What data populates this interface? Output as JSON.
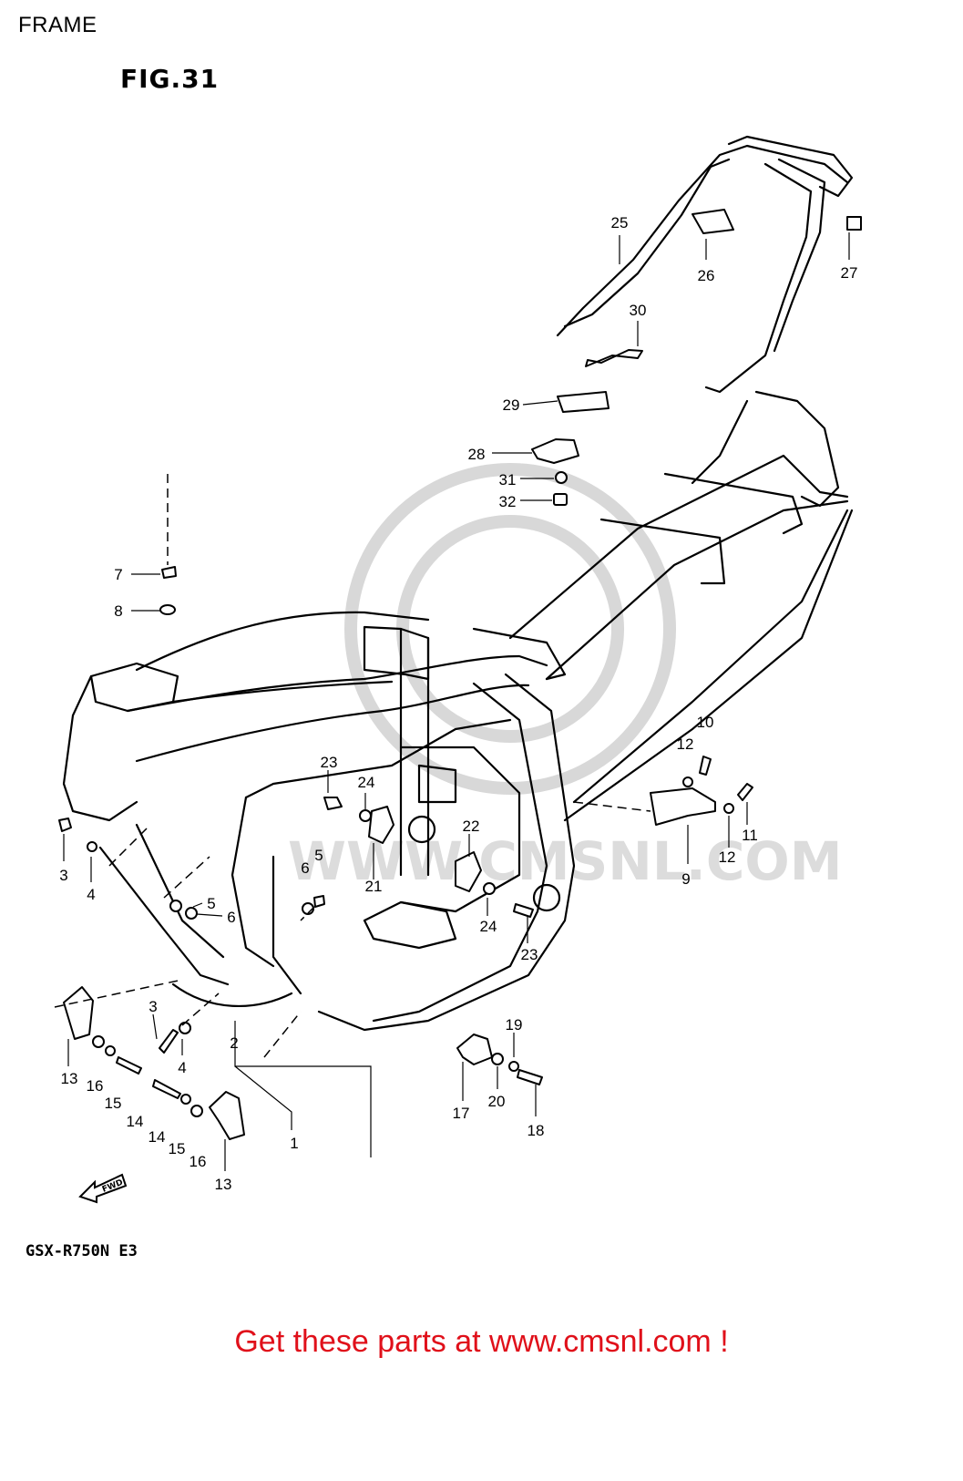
{
  "header": {
    "section_title": "FRAME"
  },
  "figure": {
    "id": "FIG.31"
  },
  "model": {
    "code": "GSX-R750N E3"
  },
  "fwd_arrow": {
    "label": "FWD"
  },
  "watermark": {
    "text": "WWW.CMSNL.COM"
  },
  "call_to_action": {
    "text": "Get these parts at www.cmsnl.com !",
    "color": "#e0101a"
  },
  "part_labels": [
    "25",
    "26",
    "27",
    "30",
    "29",
    "28",
    "31",
    "32",
    "7",
    "8",
    "10",
    "12",
    "11",
    "12",
    "9",
    "23",
    "24",
    "6",
    "5",
    "22",
    "21",
    "3",
    "4",
    "5",
    "6",
    "24",
    "23",
    "3",
    "4",
    "2",
    "13",
    "16",
    "15",
    "14",
    "14",
    "15",
    "16",
    "13",
    "1",
    "19",
    "17",
    "20",
    "18"
  ]
}
